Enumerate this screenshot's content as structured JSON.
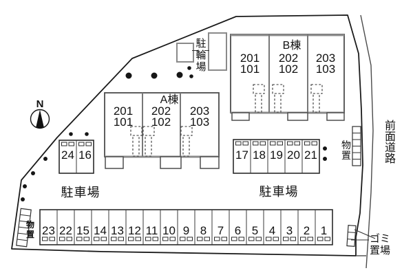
{
  "compass": {
    "label": "N"
  },
  "labels": {
    "bicycle_parking": "駐輪場",
    "parking_left": "駐車場",
    "parking_right": "駐車場",
    "storage_left": "物置",
    "storage_right": "物置",
    "garbage_lines": [
      "ゴミ",
      "置場"
    ],
    "front_road": "前面道路"
  },
  "buildings": [
    {
      "name": "A棟",
      "units": [
        {
          "upper": "201",
          "lower": "101"
        },
        {
          "upper": "202",
          "lower": "102"
        },
        {
          "upper": "203",
          "lower": "103"
        }
      ]
    },
    {
      "name": "B棟",
      "units": [
        {
          "upper": "201",
          "lower": "101"
        },
        {
          "upper": "202",
          "lower": "102"
        },
        {
          "upper": "203",
          "lower": "103"
        }
      ]
    }
  ],
  "parking_rows": [
    {
      "name": "parking-row-bottom",
      "numbers": [
        "23",
        "22",
        "15",
        "14",
        "13",
        "12",
        "11",
        "10",
        "9",
        "8",
        "7",
        "6",
        "5",
        "4",
        "3",
        "2",
        "1"
      ]
    },
    {
      "name": "parking-row-middle-right",
      "numbers": [
        "17",
        "18",
        "19",
        "20",
        "21"
      ]
    },
    {
      "name": "parking-row-left-pair",
      "numbers": [
        "24",
        "16"
      ]
    }
  ],
  "colors": {
    "outline": "#1a1a1a",
    "building_line": "#4d4d4d",
    "gray_line": "#8a8a8a",
    "background": "#ffffff"
  }
}
